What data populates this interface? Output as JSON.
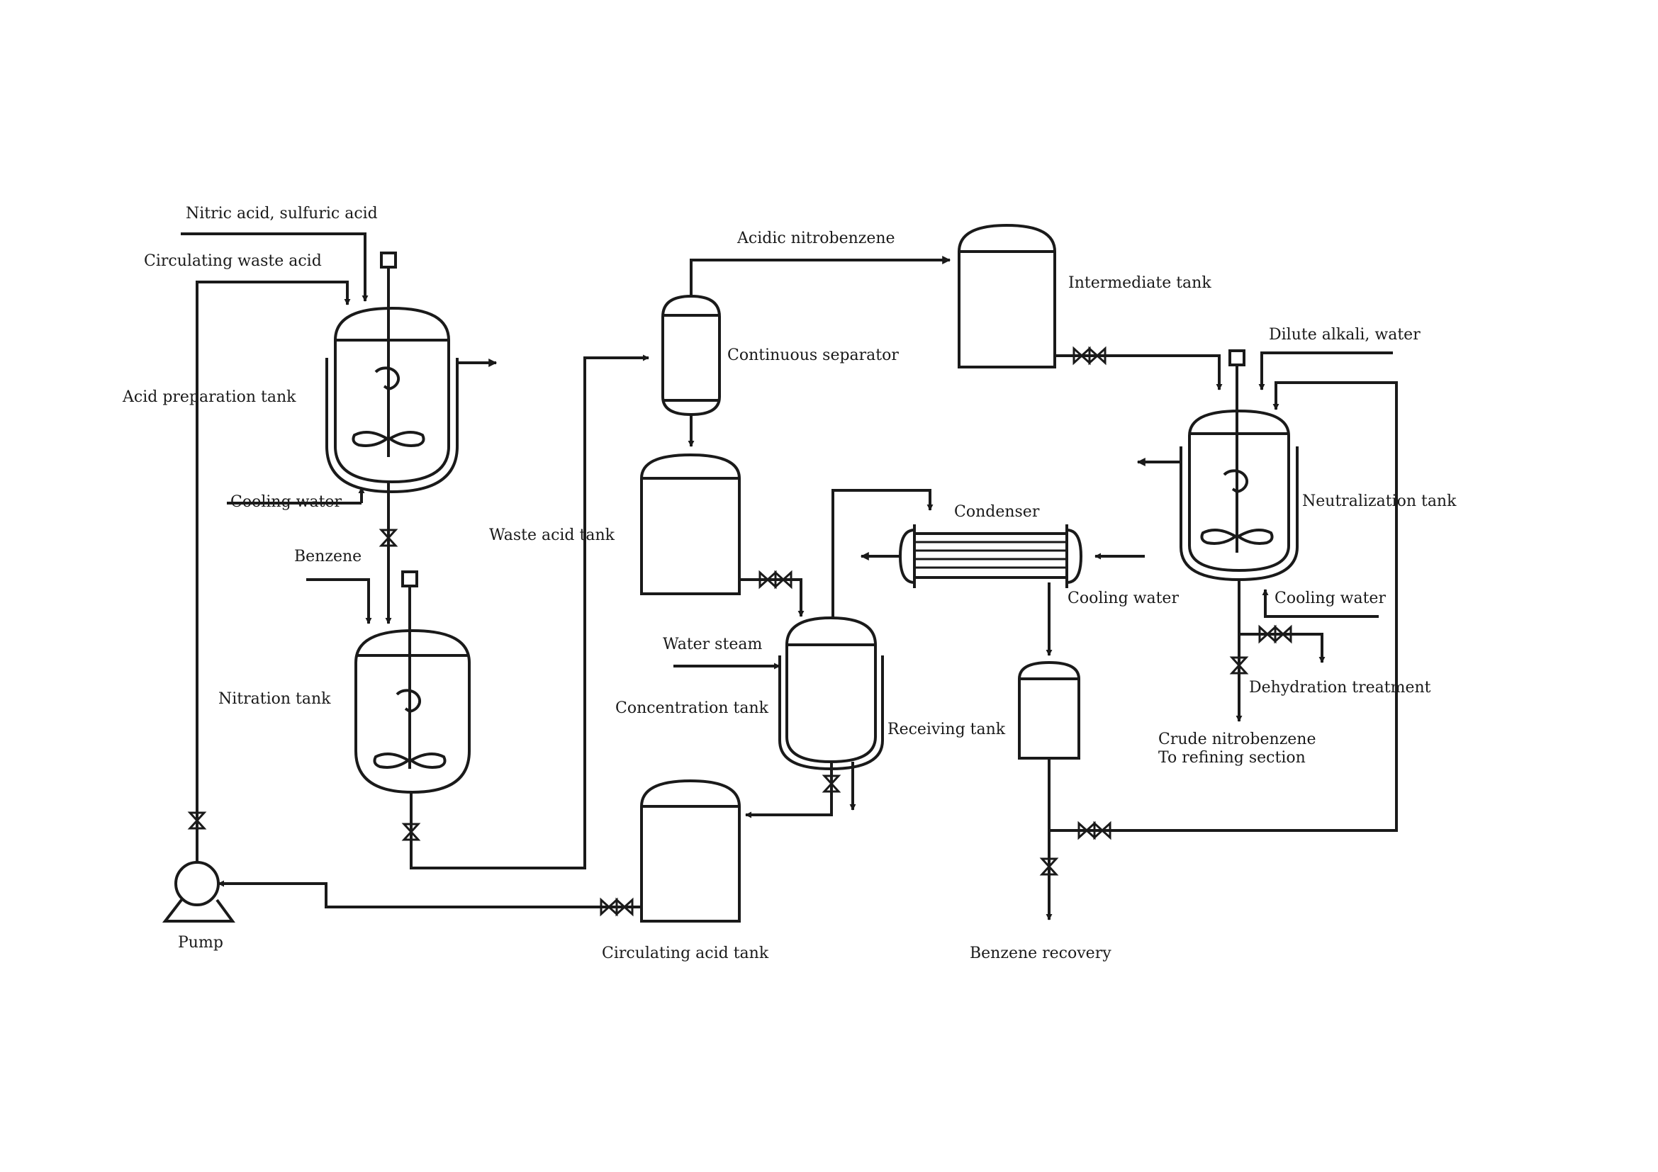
{
  "diagram": {
    "labels": {
      "nitric_sulfuric": "Nitric acid, sulfuric acid",
      "circulating_waste_acid": "Circulating waste acid",
      "acid_preparation_tank": "Acid preparation tank",
      "cooling_water_1": "Cooling water",
      "benzene": "Benzene",
      "nitration_tank": "Nitration tank",
      "pump": "Pump",
      "waste_acid_tank": "Waste acid tank",
      "acidic_nitrobenzene": "Acidic nitrobenzene",
      "continuous_separator": "Continuous separator",
      "intermediate_tank": "Intermediate tank",
      "water_steam": "Water steam",
      "concentration_tank": "Concentration tank",
      "circulating_acid_tank": "Circulating acid tank",
      "condenser": "Condenser",
      "cooling_water_2": "Cooling water",
      "receiving_tank": "Receiving tank",
      "benzene_recovery": "Benzene recovery",
      "dilute_alkali_water": "Dilute alkali, water",
      "neutralization_tank": "Neutralization tank",
      "cooling_water_3": "Cooling water",
      "dehydration_treatment": "Dehydration treatment",
      "crude_nitrobenzene": "Crude nitrobenzene",
      "to_refining_section": "To refining section"
    },
    "line_color": "#1a1a1a"
  }
}
